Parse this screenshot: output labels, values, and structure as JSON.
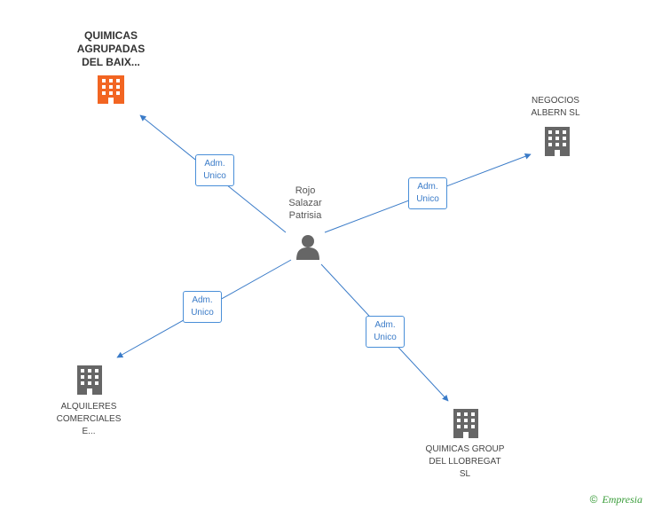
{
  "center": {
    "name": "Rojo Salazar Patrisia",
    "icon": "person-icon"
  },
  "nodes": [
    {
      "id": "quimicas-agrupadas",
      "name": "QUIMICAS AGRUPADAS DEL BAIX...",
      "highlight": true,
      "color": "#f26522",
      "icon": "building-icon"
    },
    {
      "id": "negocios-albern",
      "name": "NEGOCIOS ALBERN SL",
      "highlight": false,
      "color": "#666666",
      "icon": "building-icon"
    },
    {
      "id": "alquileres-comerciales",
      "name": "ALQUILERES COMERCIALES E...",
      "highlight": false,
      "color": "#666666",
      "icon": "building-icon"
    },
    {
      "id": "quimicas-group",
      "name": "QUIMICAS GROUP DEL LLOBREGAT SL",
      "highlight": false,
      "color": "#666666",
      "icon": "building-icon"
    }
  ],
  "edges": [
    {
      "to": "quimicas-agrupadas",
      "label": "Adm. Unico"
    },
    {
      "to": "negocios-albern",
      "label": "Adm. Unico"
    },
    {
      "to": "alquileres-comerciales",
      "label": "Adm. Unico"
    },
    {
      "to": "quimicas-group",
      "label": "Adm. Unico"
    }
  ],
  "edge_color": "#3a7bc8",
  "footer": {
    "copyright_symbol": "©",
    "brand": "Empresia"
  }
}
